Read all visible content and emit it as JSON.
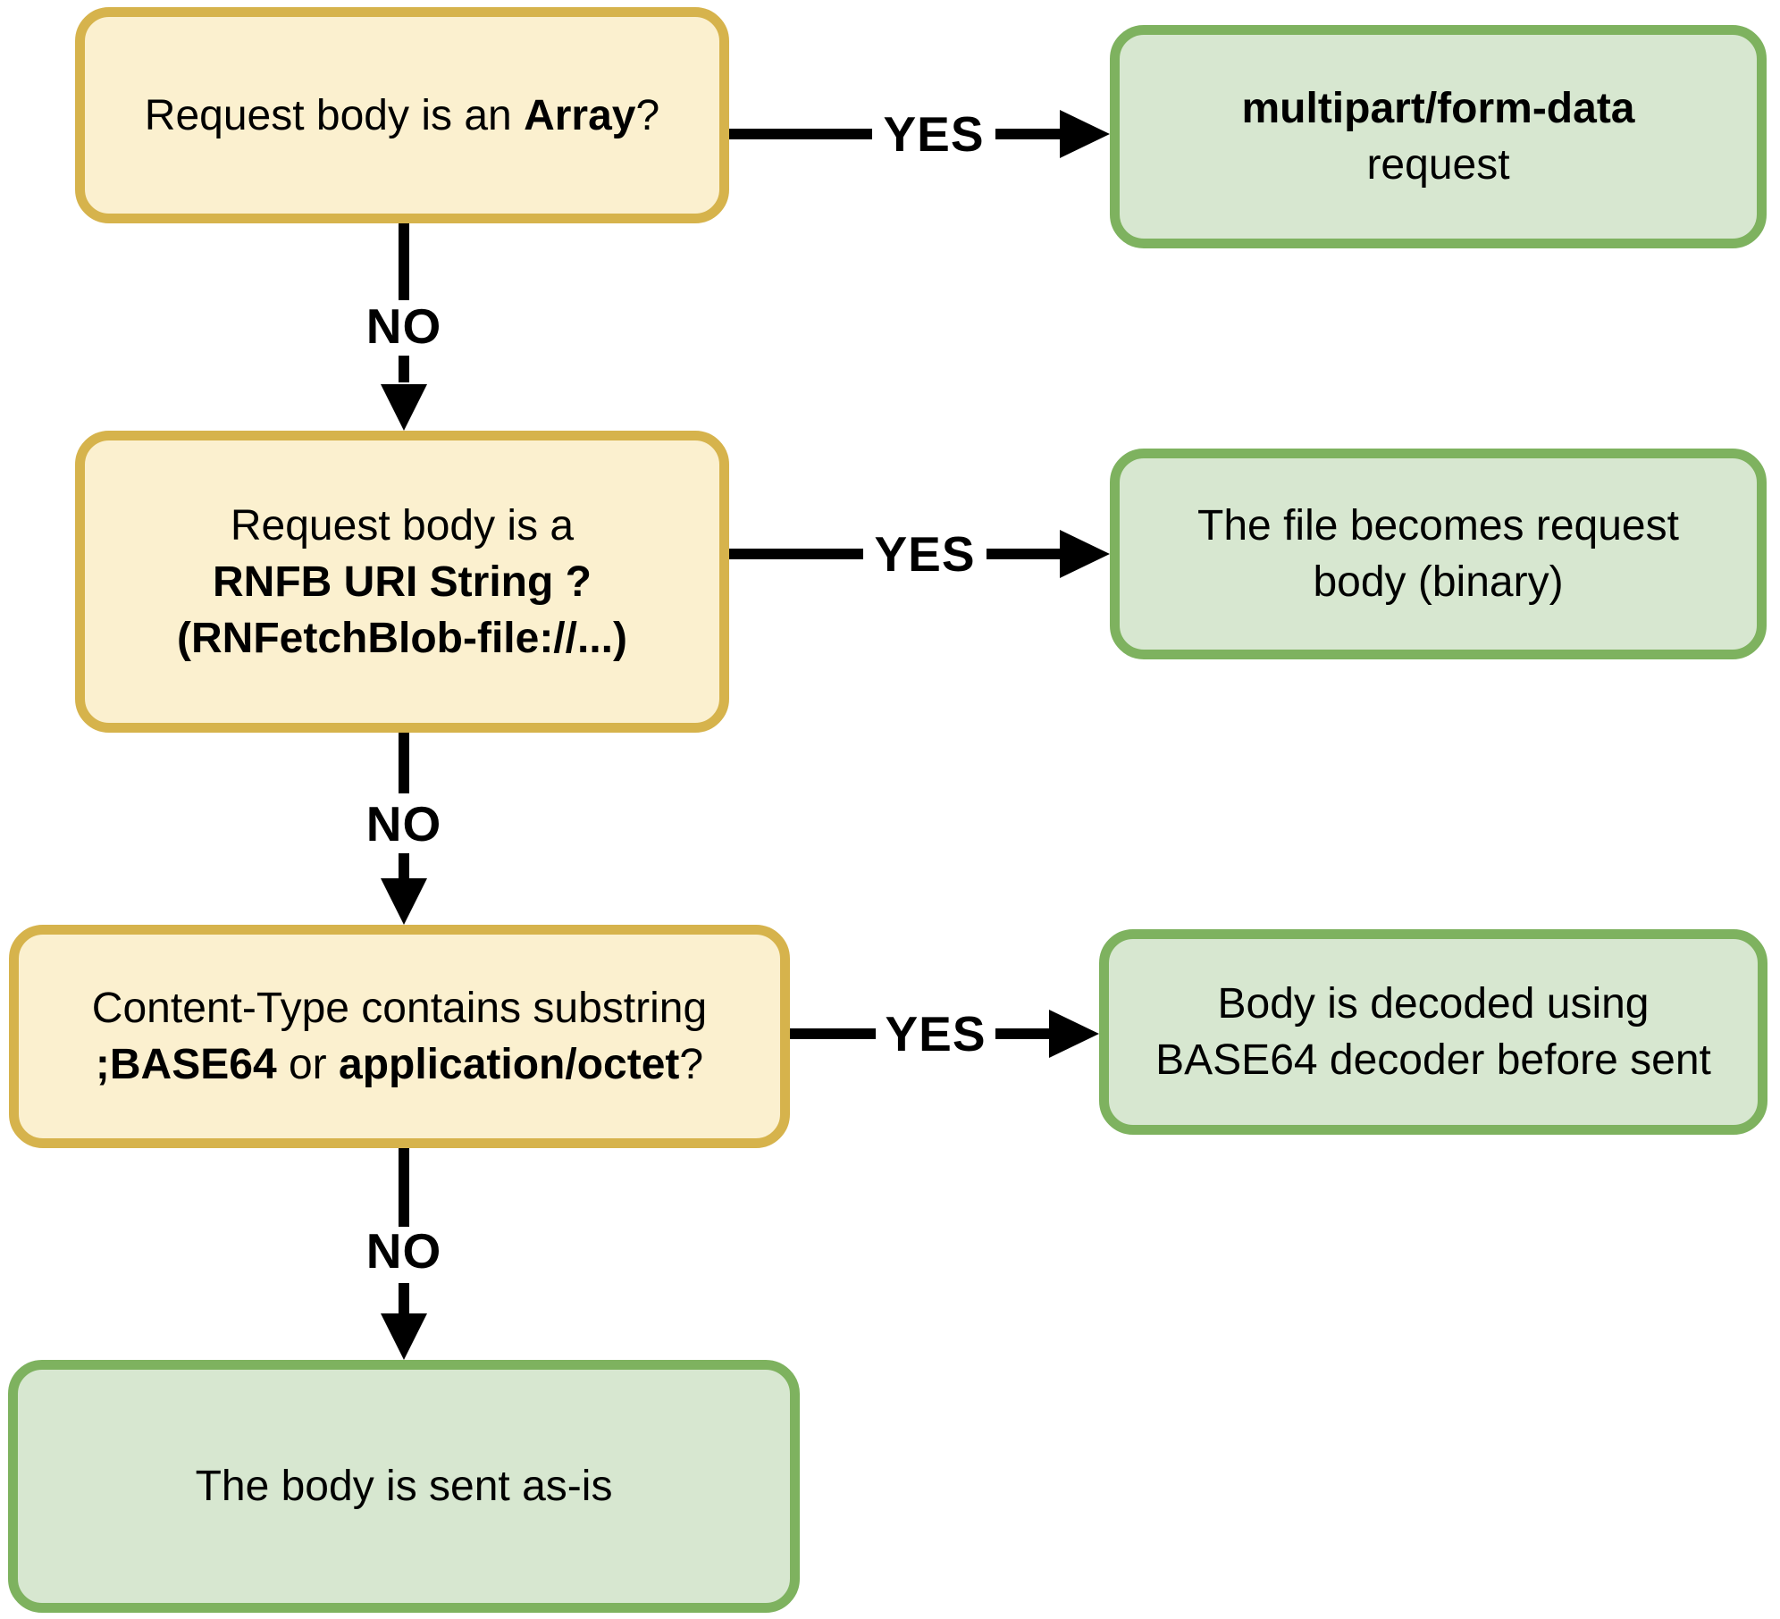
{
  "diagram_type": "flowchart",
  "colors": {
    "question_fill": "#FBF0CF",
    "question_border": "#D6B34C",
    "result_fill": "#D7E7D0",
    "result_border": "#7EB25F",
    "arrow": "#000000",
    "text": "#000000"
  },
  "nodes": {
    "q1": {
      "kind": "question",
      "lines": [
        [
          {
            "t": "Request body is an ",
            "b": false
          },
          {
            "t": "Array",
            "b": true
          },
          {
            "t": "?",
            "b": false
          }
        ]
      ]
    },
    "r1": {
      "kind": "result",
      "lines": [
        [
          {
            "t": "multipart/form-data",
            "b": true
          }
        ],
        [
          {
            "t": "request",
            "b": false
          }
        ]
      ]
    },
    "q2": {
      "kind": "question",
      "lines": [
        [
          {
            "t": "Request body is a",
            "b": false
          }
        ],
        [
          {
            "t": "RNFB URI String ?",
            "b": true
          }
        ],
        [
          {
            "t": "(RNFetchBlob-file://...)",
            "b": true
          }
        ]
      ]
    },
    "r2": {
      "kind": "result",
      "lines": [
        [
          {
            "t": "The file becomes request",
            "b": false
          }
        ],
        [
          {
            "t": "body (binary)",
            "b": false
          }
        ]
      ]
    },
    "q3": {
      "kind": "question",
      "lines": [
        [
          {
            "t": "Content-Type contains substring",
            "b": false
          }
        ],
        [
          {
            "t": ";BASE64",
            "b": true
          },
          {
            "t": " or ",
            "b": false
          },
          {
            "t": "application/octet",
            "b": true
          },
          {
            "t": "?",
            "b": false
          }
        ]
      ]
    },
    "r3": {
      "kind": "result",
      "lines": [
        [
          {
            "t": "Body is decoded using",
            "b": false
          }
        ],
        [
          {
            "t": "BASE64 decoder before sent",
            "b": false
          }
        ]
      ]
    },
    "final": {
      "kind": "result",
      "lines": [
        [
          {
            "t": "The body is sent as-is",
            "b": false
          }
        ]
      ]
    }
  },
  "edges": [
    {
      "from": "q1",
      "to": "r1",
      "label": "YES",
      "direction": "right"
    },
    {
      "from": "q1",
      "to": "q2",
      "label": "NO",
      "direction": "down"
    },
    {
      "from": "q2",
      "to": "r2",
      "label": "YES",
      "direction": "right"
    },
    {
      "from": "q2",
      "to": "q3",
      "label": "NO",
      "direction": "down"
    },
    {
      "from": "q3",
      "to": "r3",
      "label": "YES",
      "direction": "right"
    },
    {
      "from": "q3",
      "to": "final",
      "label": "NO",
      "direction": "down"
    }
  ]
}
